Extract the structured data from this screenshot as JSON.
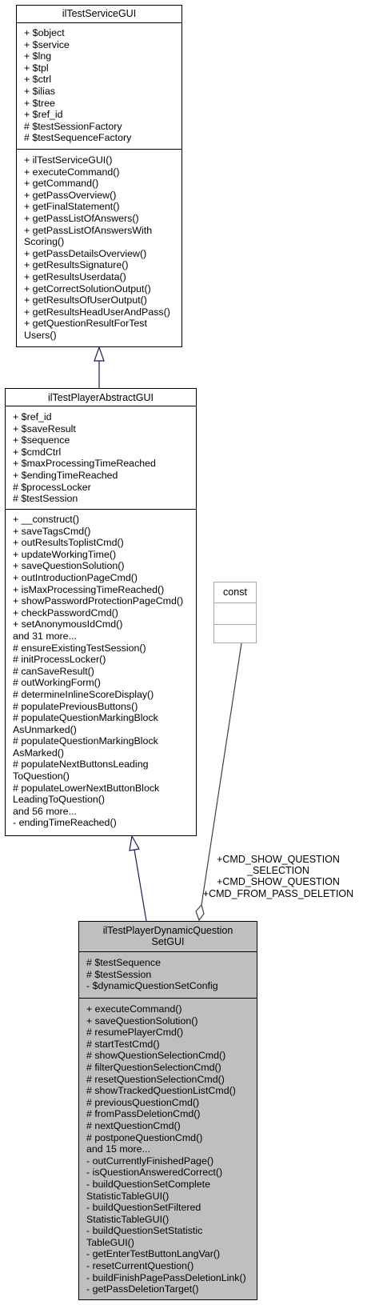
{
  "classes": {
    "service": {
      "name": "ilTestServiceGUI",
      "attributes": [
        "+ $object",
        "+ $service",
        "+ $lng",
        "+ $tpl",
        "+ $ctrl",
        "+ $ilias",
        "+ $tree",
        "+ $ref_id",
        "# $testSessionFactory",
        "# $testSequenceFactory"
      ],
      "methods": [
        "+ ilTestServiceGUI()",
        "+ executeCommand()",
        "+ getCommand()",
        "+ getPassOverview()",
        "+ getFinalStatement()",
        "+ getPassListOfAnswers()",
        "+ getPassListOfAnswersWith",
        "Scoring()",
        "+ getPassDetailsOverview()",
        "+ getResultsSignature()",
        "+ getResultsUserdata()",
        "+ getCorrectSolutionOutput()",
        "+ getResultsOfUserOutput()",
        "+ getResultsHeadUserAndPass()",
        "+ getQuestionResultForTest",
        "Users()"
      ]
    },
    "abstract": {
      "name": "ilTestPlayerAbstractGUI",
      "attributes": [
        "+ $ref_id",
        "+ $saveResult",
        "+ $sequence",
        "+ $cmdCtrl",
        "+ $maxProcessingTimeReached",
        "+ $endingTimeReached",
        "# $processLocker",
        "# $testSession"
      ],
      "methods": [
        "+ __construct()",
        "+ saveTagsCmd()",
        "+ outResultsToplistCmd()",
        "+ updateWorkingTime()",
        "+ saveQuestionSolution()",
        "+ outIntroductionPageCmd()",
        "+ isMaxProcessingTimeReached()",
        "+ showPasswordProtectionPageCmd()",
        "+ checkPasswordCmd()",
        "+ setAnonymousIdCmd()",
        "and 31 more...",
        "# ensureExistingTestSession()",
        "# initProcessLocker()",
        "# canSaveResult()",
        "# outWorkingForm()",
        "# determineInlineScoreDisplay()",
        "# populatePreviousButtons()",
        "# populateQuestionMarkingBlock",
        "AsUnmarked()",
        "# populateQuestionMarkingBlock",
        "AsMarked()",
        "# populateNextButtonsLeading",
        "ToQuestion()",
        "# populateLowerNextButtonBlock",
        "LeadingToQuestion()",
        "and 56 more...",
        "- endingTimeReached()"
      ]
    },
    "const": {
      "name": "const",
      "attributes": [],
      "methods": []
    },
    "dynamic": {
      "name": "ilTestPlayerDynamicQuestion\nSetGUI",
      "attributes": [
        "# $testSequence",
        "# $testSession",
        "- $dynamicQuestionSetConfig"
      ],
      "methods": [
        "+ executeCommand()",
        "+ saveQuestionSolution()",
        "# resumePlayerCmd()",
        "# startTestCmd()",
        "# showQuestionSelectionCmd()",
        "# filterQuestionSelectionCmd()",
        "# resetQuestionSelectionCmd()",
        "# showTrackedQuestionListCmd()",
        "# previousQuestionCmd()",
        "# fromPassDeletionCmd()",
        "# nextQuestionCmd()",
        "# postponeQuestionCmd()",
        "and 15 more...",
        "- outCurrentlyFinishedPage()",
        "- isQuestionAnsweredCorrect()",
        "- buildQuestionSetComplete",
        "StatisticTableGUI()",
        "- buildQuestionSetFiltered",
        "StatisticTableGUI()",
        "- buildQuestionSetStatistic",
        "TableGUI()",
        "- getEnterTestButtonLangVar()",
        "- resetCurrentQuestion()",
        "- buildFinishPagePassDeletionLink()",
        "- getPassDeletionTarget()"
      ]
    }
  },
  "association_label": "+CMD_SHOW_QUESTION\n_SELECTION\n+CMD_SHOW_QUESTION\n+CMD_FROM_PASS_DELETION",
  "colors": {
    "inheritance_edge": "#191970",
    "association_edge": "#404040",
    "highlight_fill": "#bfbfbf",
    "external_border": "#a8a8a8"
  }
}
